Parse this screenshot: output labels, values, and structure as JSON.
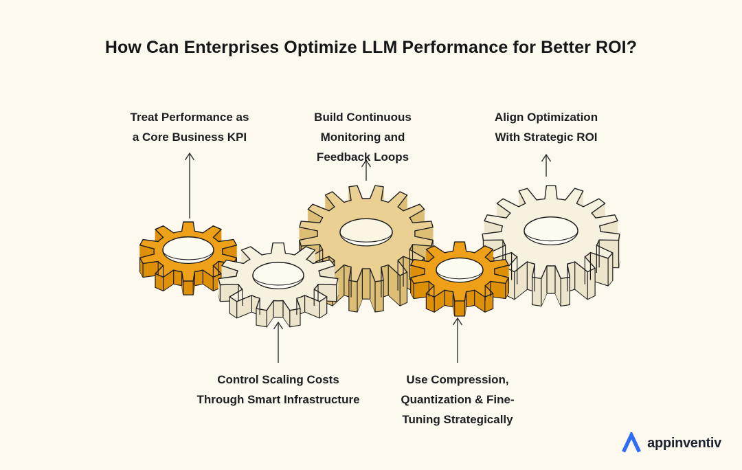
{
  "title": "How Can Enterprises Optimize LLM Performance for Better ROI?",
  "colors": {
    "background": "#FDF9EF",
    "outline": "#1E1E1E",
    "text": "#1D1D1F",
    "arrow": "#2F2F2F",
    "orange_gear": "#EEA019",
    "tan_gear": "#EAD092",
    "cream_gear": "#F7F2DF",
    "logo_blue": "#2E6CF6",
    "logo_text": "#1B2430"
  },
  "callouts": [
    {
      "name": "treat-performance-kpi",
      "lines": [
        "Treat Performance as",
        "a Core Business KPI"
      ]
    },
    {
      "name": "continuous-monitoring",
      "lines": [
        "Build Continuous",
        "Monitoring and",
        "Feedback Loops"
      ]
    },
    {
      "name": "align-strategic-roi",
      "lines": [
        "Align Optimization",
        "With Strategic ROI"
      ]
    },
    {
      "name": "control-scaling-costs",
      "lines": [
        "Control Scaling Costs",
        "Through Smart Infrastructure"
      ]
    },
    {
      "name": "compression-quantization",
      "lines": [
        "Use Compression,",
        "Quantization & Fine-",
        "Tuning Strategically"
      ]
    }
  ],
  "gears": [
    {
      "name": "gear-treat-performance-kpi",
      "teeth": 10,
      "top": "#EEA019",
      "side": "#DE9009",
      "hole": "#FEFBF1"
    },
    {
      "name": "gear-control-scaling-costs",
      "teeth": 11,
      "top": "#F7F2DF",
      "side": "#EDE5CB",
      "hole": "#FEFBF1"
    },
    {
      "name": "gear-continuous-monitoring",
      "teeth": 16,
      "top": "#EAD092",
      "side": "#DDBE76",
      "hole": "#FBF5E3"
    },
    {
      "name": "gear-compression-quantization",
      "teeth": 10,
      "top": "#EEA019",
      "side": "#DE9009",
      "hole": "#FEFBF1"
    },
    {
      "name": "gear-align-strategic-roi",
      "teeth": 15,
      "top": "#F7F2DF",
      "side": "#EDE5CB",
      "hole": "#FEFBF1"
    }
  ],
  "logo": {
    "brand": "appinventiv"
  }
}
